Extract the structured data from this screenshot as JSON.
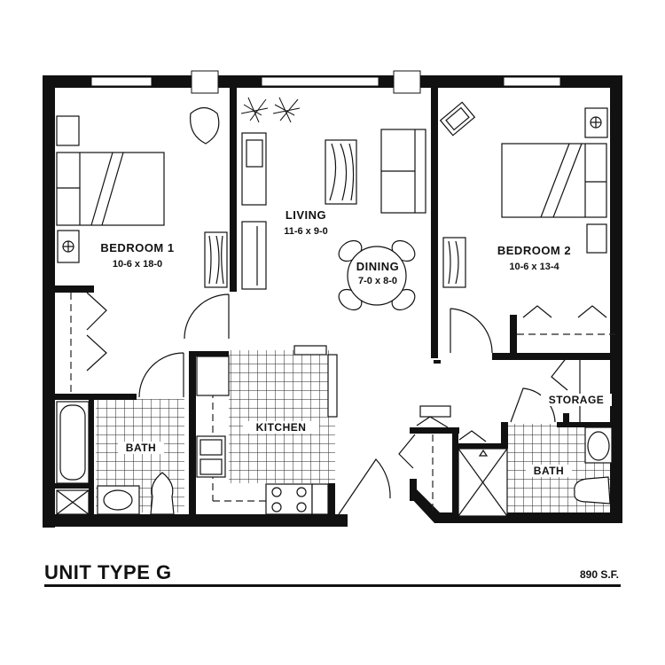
{
  "plan": {
    "title": "UNIT TYPE G",
    "area": "890 S.F.",
    "rooms": [
      {
        "id": "bedroom1",
        "name": "BEDROOM 1",
        "dims": "10-6 x 18-0"
      },
      {
        "id": "living",
        "name": "LIVING",
        "dims": "11-6 x 9-0"
      },
      {
        "id": "dining",
        "name": "DINING",
        "dims": "7-0 x 8-0"
      },
      {
        "id": "bedroom2",
        "name": "BEDROOM 2",
        "dims": "10-6 x 13-4"
      },
      {
        "id": "kitchen",
        "name": "KITCHEN",
        "dims": ""
      },
      {
        "id": "bath1",
        "name": "BATH",
        "dims": ""
      },
      {
        "id": "bath2",
        "name": "BATH",
        "dims": ""
      },
      {
        "id": "storage",
        "name": "STORAGE",
        "dims": ""
      }
    ]
  },
  "colors": {
    "wall": "#111111",
    "line": "#222222",
    "background": "#ffffff"
  }
}
